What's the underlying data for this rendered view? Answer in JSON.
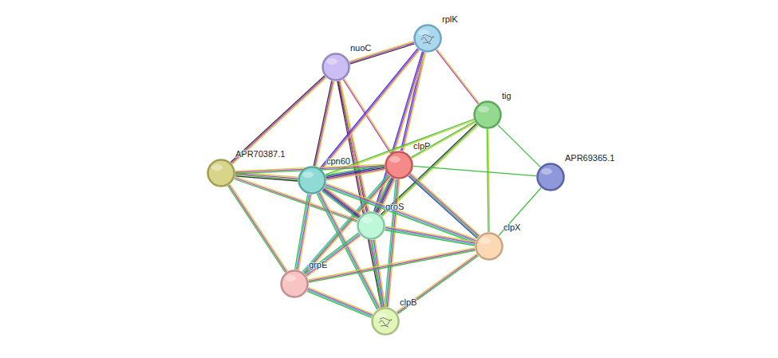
{
  "diagram": {
    "nodes": [
      {
        "text": [
          "rplK"
        ]
      },
      {
        "text": [
          "nuoC"
        ]
      },
      {
        "text": [
          "tig"
        ]
      },
      {
        "text": [
          "clpP"
        ]
      },
      {
        "text": [
          "APR69365.1"
        ]
      },
      {
        "text": [
          "APR70387.1"
        ]
      },
      {
        "text": [
          "cpn60"
        ]
      },
      {
        "text": [
          "groS"
        ]
      },
      {
        "text": [
          "clpX"
        ]
      },
      {
        "text": [
          "grpE"
        ]
      },
      {
        "text": [
          "clpB"
        ]
      }
    ],
    "edges": [
      {
        "from": 1,
        "to": 0,
        "arrow": "none"
      },
      {
        "from": 1,
        "to": 5,
        "arrow": "none"
      },
      {
        "from": 1,
        "to": 6,
        "arrow": "none"
      },
      {
        "from": 1,
        "to": 3,
        "arrow": "none"
      },
      {
        "from": 1,
        "to": 7,
        "arrow": "none"
      },
      {
        "from": 1,
        "to": 10,
        "arrow": "none"
      },
      {
        "from": 0,
        "to": 6,
        "arrow": "none"
      },
      {
        "from": 0,
        "to": 3,
        "arrow": "none"
      },
      {
        "from": 0,
        "to": 7,
        "arrow": "none"
      },
      {
        "from": 0,
        "to": 2,
        "arrow": "none"
      },
      {
        "from": 2,
        "to": 3,
        "arrow": "none"
      },
      {
        "from": 2,
        "to": 7,
        "arrow": "none"
      },
      {
        "from": 2,
        "to": 8,
        "arrow": "none"
      },
      {
        "from": 2,
        "to": 4,
        "arrow": "none"
      },
      {
        "from": 2,
        "to": 6,
        "arrow": "none"
      },
      {
        "from": 3,
        "to": 4,
        "arrow": "none"
      },
      {
        "from": 3,
        "to": 6,
        "arrow": "none"
      },
      {
        "from": 3,
        "to": 7,
        "arrow": "none"
      },
      {
        "from": 3,
        "to": 8,
        "arrow": "none"
      },
      {
        "from": 3,
        "to": 9,
        "arrow": "none"
      },
      {
        "from": 3,
        "to": 10,
        "arrow": "none"
      },
      {
        "from": 4,
        "to": 8,
        "arrow": "none"
      },
      {
        "from": 5,
        "to": 6,
        "arrow": "none"
      },
      {
        "from": 5,
        "to": 7,
        "arrow": "none"
      },
      {
        "from": 5,
        "to": 9,
        "arrow": "none"
      },
      {
        "from": 5,
        "to": 3,
        "arrow": "none"
      },
      {
        "from": 6,
        "to": 7,
        "arrow": "none"
      },
      {
        "from": 6,
        "to": 9,
        "arrow": "none"
      },
      {
        "from": 6,
        "to": 10,
        "arrow": "none"
      },
      {
        "from": 6,
        "to": 8,
        "arrow": "none"
      },
      {
        "from": 7,
        "to": 9,
        "arrow": "none"
      },
      {
        "from": 7,
        "to": 10,
        "arrow": "none"
      },
      {
        "from": 7,
        "to": 8,
        "arrow": "none"
      },
      {
        "from": 9,
        "to": 10,
        "arrow": "none"
      },
      {
        "from": 9,
        "to": 8,
        "arrow": "none"
      },
      {
        "from": 10,
        "to": 8,
        "arrow": "none"
      }
    ]
  }
}
